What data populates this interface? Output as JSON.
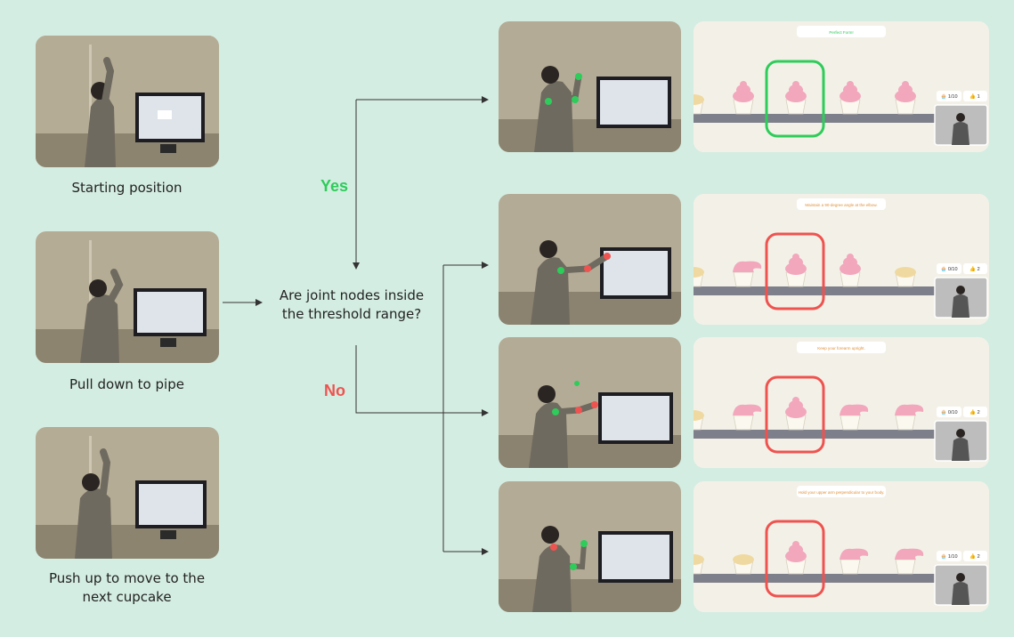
{
  "steps": [
    {
      "caption": "Starting position"
    },
    {
      "caption": "Pull down to pipe"
    },
    {
      "caption": "Push up to move to the next cupcake"
    }
  ],
  "decision": {
    "question": "Are joint nodes inside the threshold range?",
    "yes_label": "Yes",
    "no_label": "No",
    "yes_color": "#2ecc5a",
    "no_color": "#ef5350"
  },
  "outcomes": [
    {
      "status": "success",
      "banner": "Perfect Form!",
      "progress": "1/10",
      "score": "1",
      "frame_color": "#2ecc5a"
    },
    {
      "status": "error",
      "banner": "Maintain a 90-degree angle at the elbow.",
      "progress": "0/10",
      "score": "2",
      "frame_color": "#ef5350"
    },
    {
      "status": "error",
      "banner": "Keep your forearm upright.",
      "progress": "0/10",
      "score": "2",
      "frame_color": "#ef5350"
    },
    {
      "status": "error",
      "banner": "Hold your upper arm perpendicular to your body.",
      "progress": "1/10",
      "score": "2",
      "frame_color": "#ef5350"
    }
  ],
  "colors": {
    "background": "#d4ede2",
    "game_bg": "#f3f1e7",
    "frosting": "#f2a7bd",
    "belt": "#7d7f8a"
  }
}
